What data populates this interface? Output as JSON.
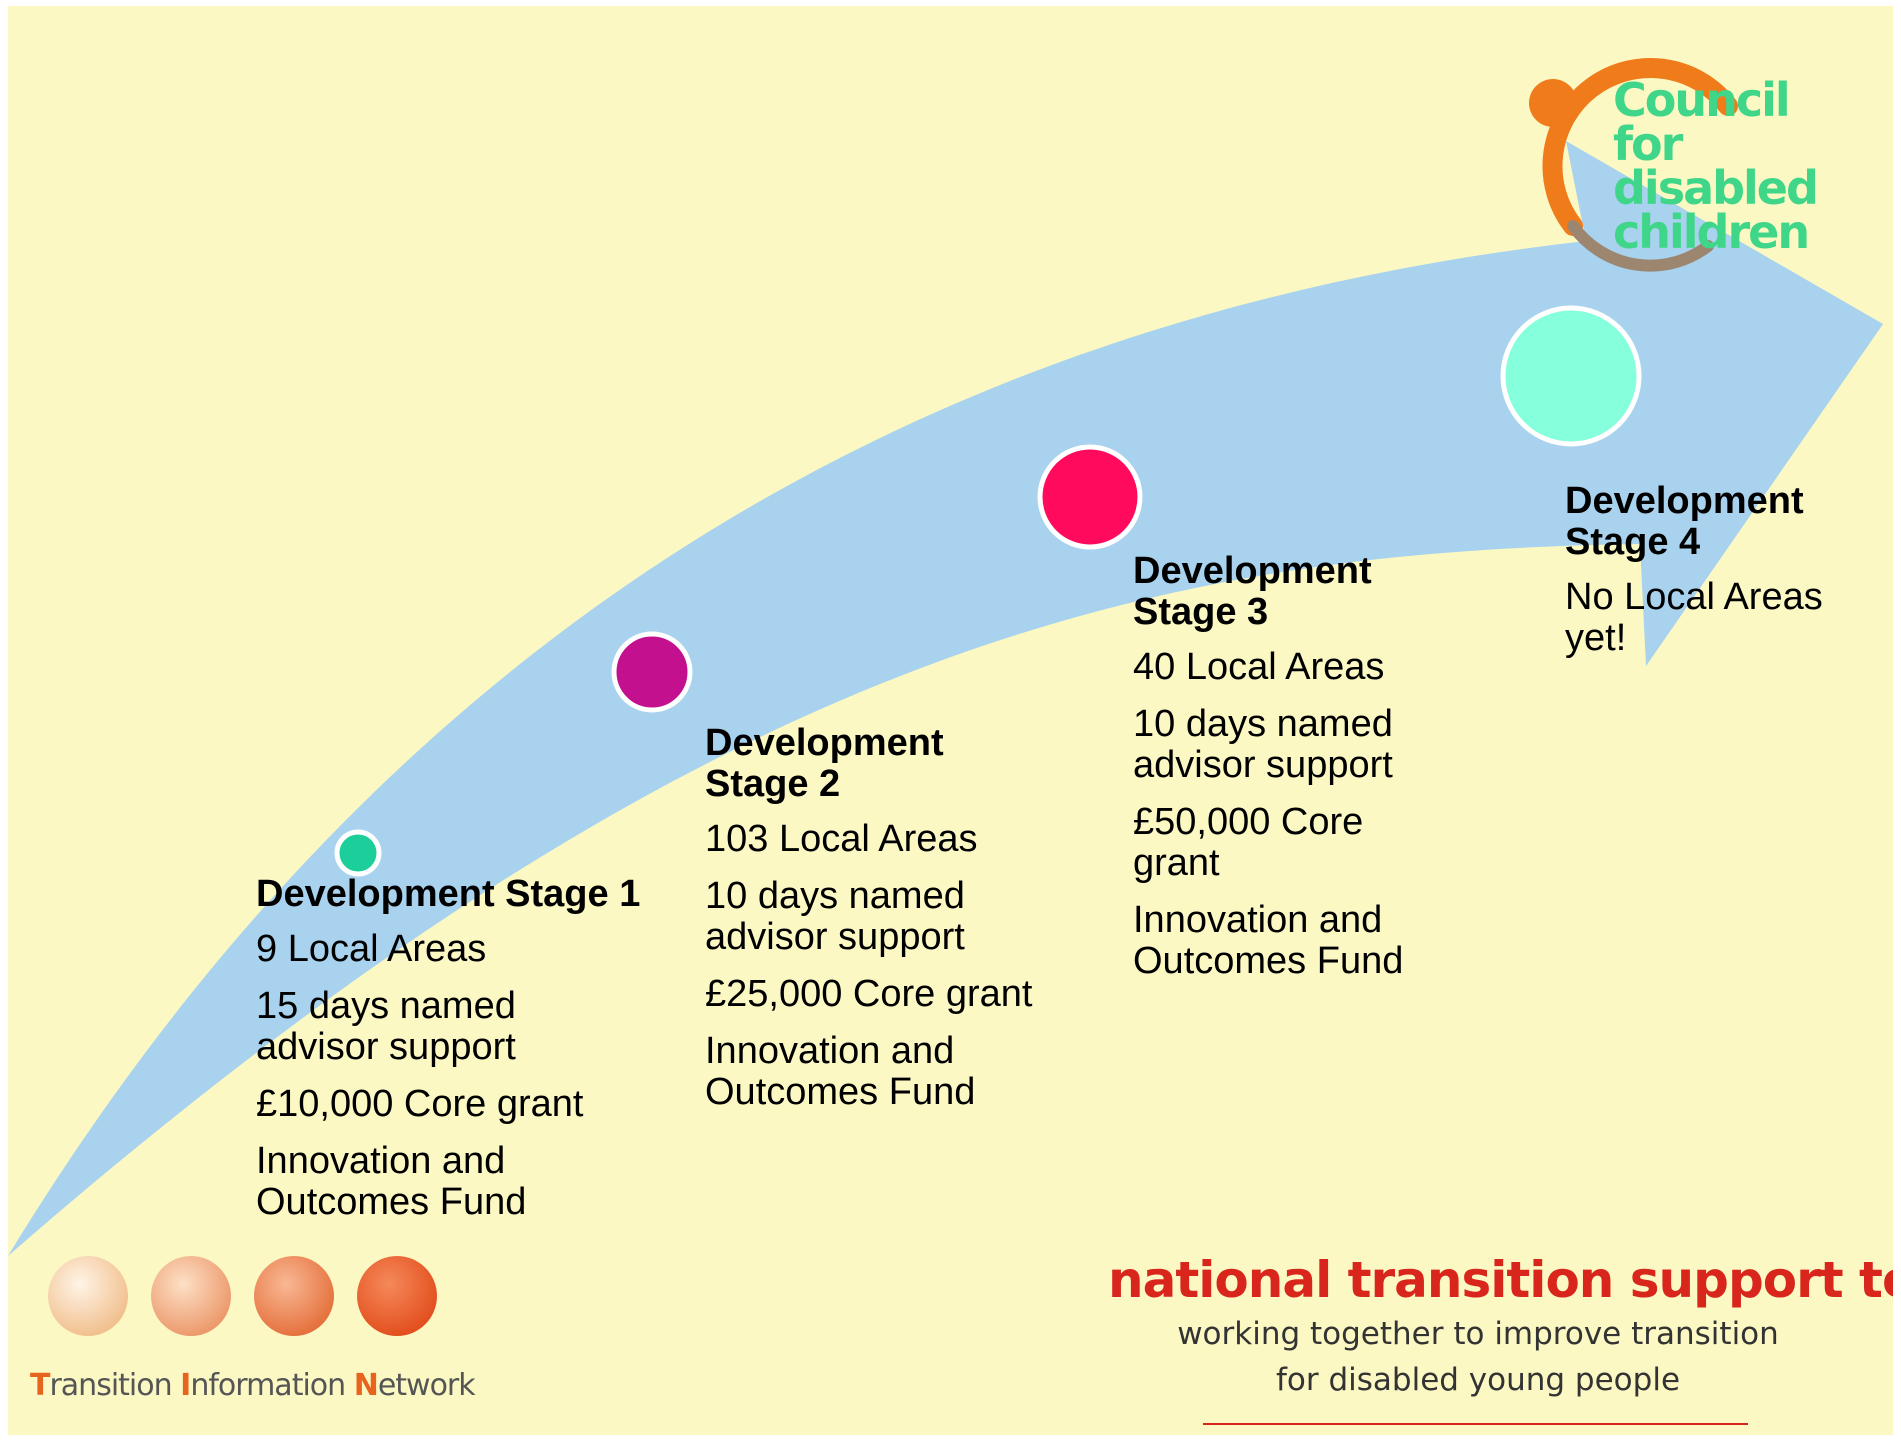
{
  "stages": [
    {
      "title": "Development Stage 1",
      "lines": [
        "9 Local Areas",
        "15 days named advisor support",
        "£10,000 Core grant",
        "Innovation and Outcomes Fund"
      ]
    },
    {
      "title": "Development Stage 2",
      "lines": [
        "103 Local Areas",
        "10 days named advisor support",
        "£25,000 Core grant",
        "Innovation and Outcomes Fund"
      ]
    },
    {
      "title": "Development Stage 3",
      "lines": [
        "40 Local Areas",
        "10 days named advisor support",
        "£50,000 Core grant",
        "Innovation and Outcomes Fund"
      ]
    },
    {
      "title": "Development Stage 4",
      "lines": [
        "No Local Areas yet!"
      ]
    }
  ],
  "colors": {
    "background": "#fbf8c4",
    "arrow": "#9fcdf3",
    "stage1_dot": "#1ccf9a",
    "stage2_dot": "#c3108f",
    "stage3_dot": "#ff0a5c",
    "stage4_dot": "#86ffdc",
    "cdc_green": "#3fd68a",
    "cdc_orange": "#f07b1a",
    "ntst_red": "#d9261c"
  },
  "logos": {
    "cdc": {
      "text": [
        "Council",
        "for disabled",
        "children"
      ]
    },
    "ntst": {
      "title": "national transition support team",
      "subtitle_line1": "working together to improve transition",
      "subtitle_line2": "for disabled young people"
    },
    "tin": {
      "parts": [
        "T",
        "ransition ",
        "I",
        "nformation ",
        "N",
        "etwork"
      ]
    }
  }
}
